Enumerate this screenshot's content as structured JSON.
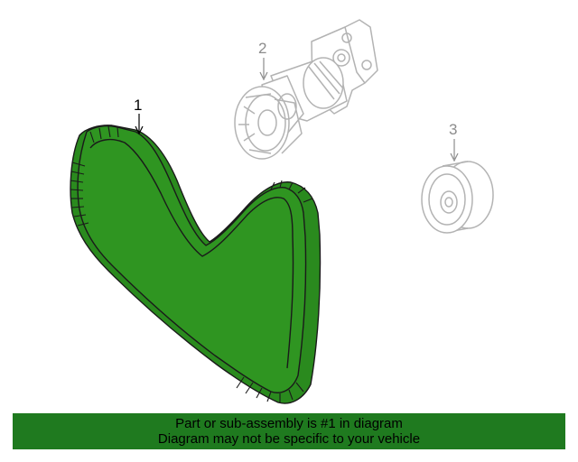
{
  "callouts": {
    "belt": "1",
    "tensioner": "2",
    "idler": "3"
  },
  "banner": {
    "line1": "Part or sub-assembly is #1 in diagram",
    "line2": "Diagram may not be specific to your vehicle"
  },
  "colors": {
    "highlight": "#1f7a1f",
    "highlight_fill": "#2a8a1e",
    "part_outline": "#b3b3b3",
    "callout_number": "#000000",
    "callout_number_muted": "#8c8c8c"
  }
}
